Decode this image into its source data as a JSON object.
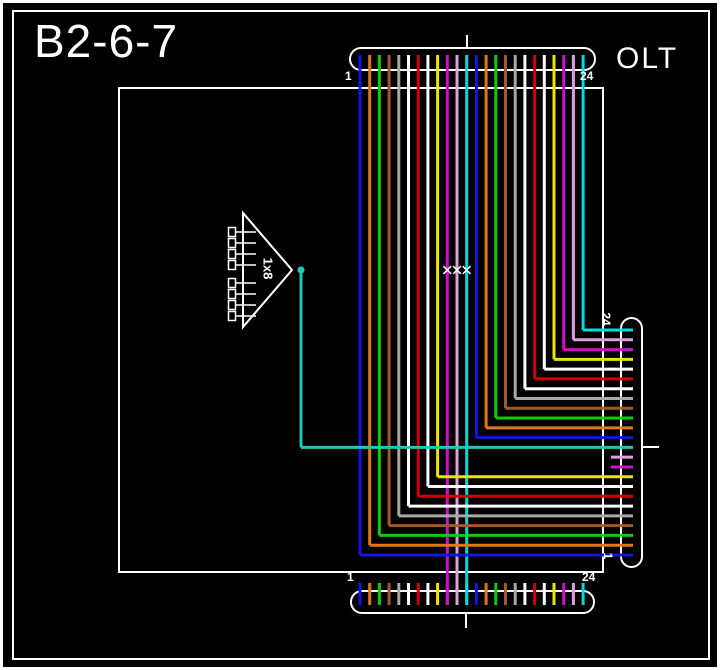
{
  "title": "B2-6-7",
  "olt_label": "OLT",
  "splitter": {
    "label": "1x8",
    "ports": 8
  },
  "connectors": {
    "top": {
      "left_port_label": "1",
      "right_port_label": "24",
      "ports": 24
    },
    "bottom": {
      "left_port_label": "1",
      "right_port_label": "24",
      "ports": 24
    },
    "right": {
      "top_port_label": "24",
      "bottom_port_label": "1",
      "ports": 24
    }
  },
  "fiber_colors": [
    {
      "name": "blue",
      "hex": "#1515E0"
    },
    {
      "name": "orange",
      "hex": "#E07818"
    },
    {
      "name": "green",
      "hex": "#0ACC0A"
    },
    {
      "name": "brown",
      "hex": "#A05A28"
    },
    {
      "name": "slate",
      "hex": "#A8A8A8"
    },
    {
      "name": "white",
      "hex": "#FFFFFF"
    },
    {
      "name": "red",
      "hex": "#D40000"
    },
    {
      "name": "black",
      "hex": "#FFFFFF"
    },
    {
      "name": "yellow",
      "hex": "#E6E600"
    },
    {
      "name": "violet",
      "hex": "#CC10CC"
    },
    {
      "name": "rose",
      "hex": "#DCA0DC"
    },
    {
      "name": "aqua",
      "hex": "#00DCDC"
    }
  ],
  "colors": {
    "background": "#000000",
    "structure": "#FFFFFF",
    "splitter_feed": "#1EC8B4"
  },
  "routing": {
    "fibers_to_right": [
      1,
      2,
      3,
      4,
      5,
      6,
      7,
      8,
      9,
      13,
      14,
      15,
      16,
      17,
      18,
      19,
      20,
      21,
      22,
      23,
      24
    ],
    "fibers_to_bottom": [
      10,
      11,
      12
    ],
    "cut_marks_on": [
      10,
      11,
      12
    ],
    "cut_mark_symbol": "✕",
    "unused_right_ports": [
      10,
      11
    ],
    "splitter_feed_port": 12
  }
}
